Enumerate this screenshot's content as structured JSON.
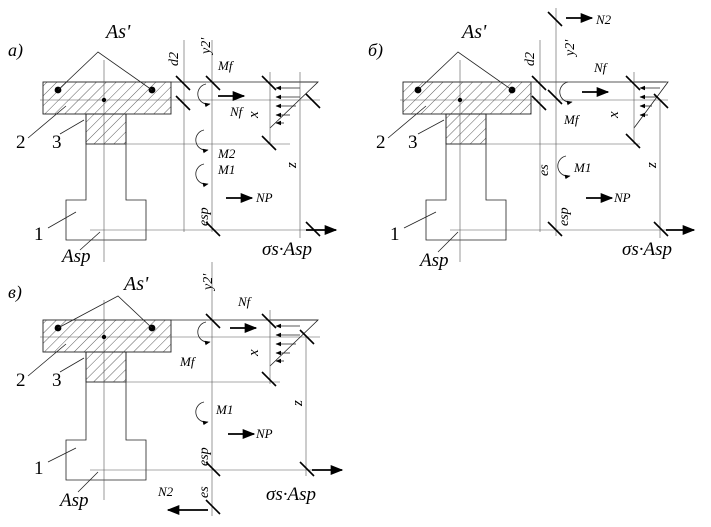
{
  "panels": [
    {
      "id": "a",
      "label": "а)",
      "area_top": "As'",
      "area_bottom": "Asp",
      "num1": "1",
      "num2": "2",
      "num3": "3",
      "d2": "d2",
      "y2": "y2'",
      "Mf": "Mf",
      "Nf": "Nf",
      "x": "x",
      "M2": "M2",
      "M1": "M1",
      "NP": "NP",
      "esp": "esp",
      "z": "z",
      "sigma": "σs·Asp"
    },
    {
      "id": "b",
      "label": "б)",
      "area_top": "As'",
      "area_bottom": "Asp",
      "num1": "1",
      "num2": "2",
      "num3": "3",
      "d2": "d2",
      "y2": "y2'",
      "N2": "N2",
      "Mf": "Mf",
      "Nf": "Nf",
      "x": "x",
      "es": "es",
      "M1": "M1",
      "NP": "NP",
      "esp": "esp",
      "z": "z",
      "sigma": "σs·Asp"
    },
    {
      "id": "v",
      "label": "в)",
      "area_top": "As'",
      "area_bottom": "Asp",
      "num1": "1",
      "num2": "2",
      "num3": "3",
      "y2": "y2'",
      "Nf": "Nf",
      "Mf": "Mf",
      "x": "x",
      "M1": "M1",
      "NP": "NP",
      "esp": "esp",
      "es": "es",
      "N2": "N2",
      "z": "z",
      "sigma": "σs·Asp"
    }
  ]
}
